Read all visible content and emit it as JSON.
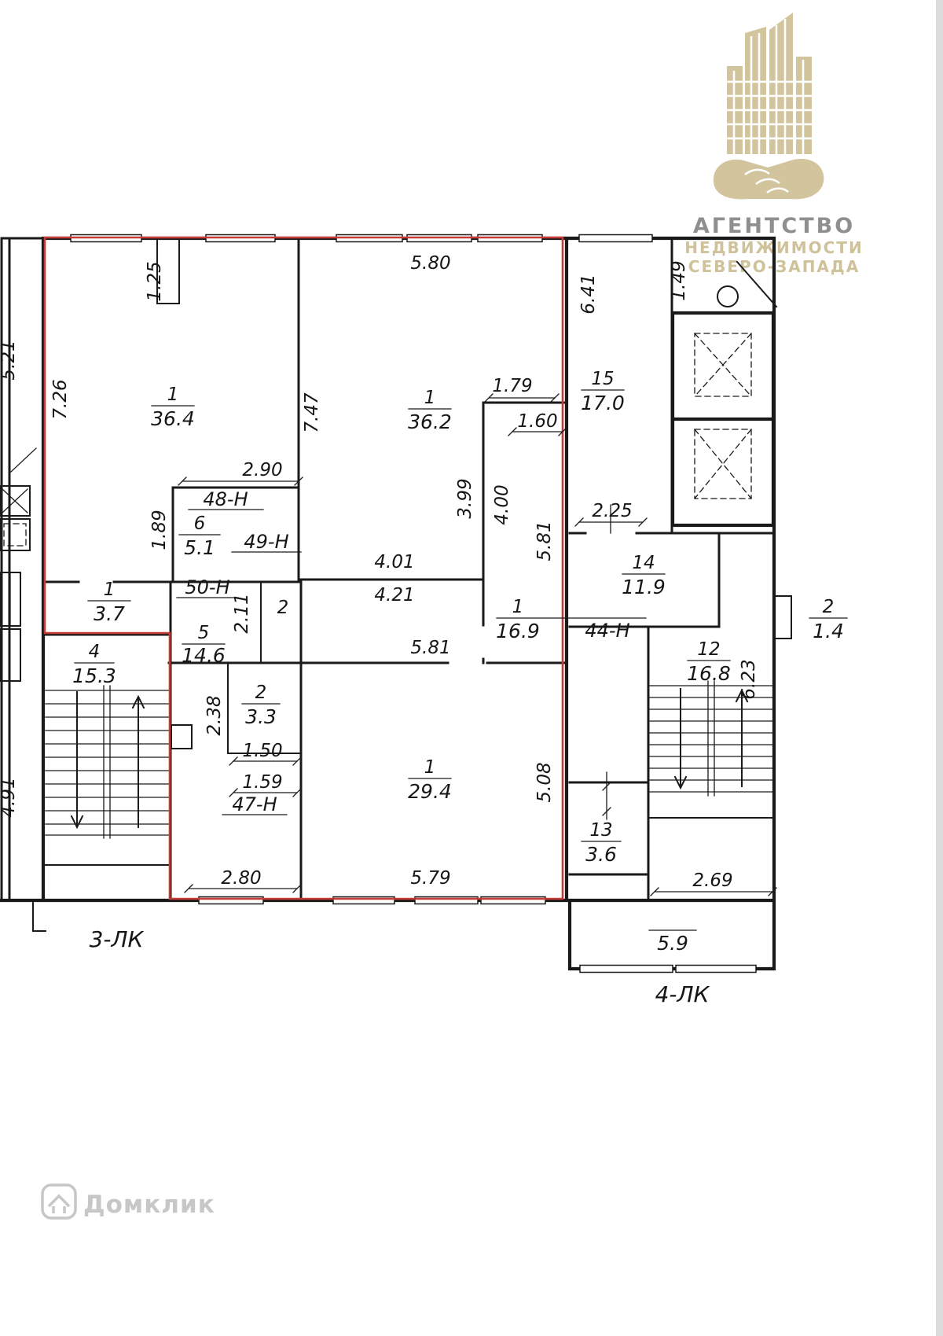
{
  "logo": {
    "line1": "АГЕНТСТВО",
    "line2": "НЕДВИЖИМОСТИ",
    "line3": "СЕВЕРО-ЗАПАДА"
  },
  "watermark": {
    "label": "Домклик"
  },
  "colors": {
    "line": "#1a1a1a",
    "highlight_red": "#c63b36",
    "logo_beige": "#d2c59e",
    "logo_text_beige": "#cfc29b",
    "logo_text_gray": "#8f8f92",
    "watermark_gray": "#c7c7c7"
  },
  "plan": {
    "rooms": [
      {
        "name": "room-36-4",
        "num": "1",
        "area": "36.4"
      },
      {
        "name": "room-36-2",
        "num": "1",
        "area": "36.2"
      },
      {
        "name": "room-17-0",
        "num": "15",
        "area": "17.0"
      },
      {
        "name": "room-5-1",
        "num": "6",
        "area": "5.1"
      },
      {
        "name": "room-3-7",
        "num": "1",
        "area": "3.7"
      },
      {
        "name": "room-14-6",
        "num": "5",
        "area": "14.6"
      },
      {
        "name": "room-15-3",
        "num": "4",
        "area": "15.3"
      },
      {
        "name": "room-3-3",
        "num": "2",
        "area": "3.3"
      },
      {
        "name": "room-29-4",
        "num": "1",
        "area": "29.4"
      },
      {
        "name": "room-16-9",
        "num": "1",
        "area": "16.9"
      },
      {
        "name": "room-11-9",
        "num": "14",
        "area": "11.9"
      },
      {
        "name": "room-16-8",
        "num": "12",
        "area": "16.8"
      },
      {
        "name": "room-3-6",
        "num": "13",
        "area": "3.6"
      },
      {
        "name": "room-1-4",
        "num": "2",
        "area": "1.4"
      }
    ],
    "units": {
      "u48": "48-Н",
      "u49": "49-Н",
      "u50": "50-Н",
      "u47": "47-Н",
      "u44": "44-Н"
    },
    "labels": {
      "small_room": "2",
      "stair_left": "3-ЛК",
      "stair_right": "4-ЛК",
      "area_5_9": "5.9"
    },
    "dims": {
      "d1_25": "1.25",
      "d5_80": "5.80",
      "d6_41": "6.41",
      "d1_49": "1.49",
      "d5_21": "5.21",
      "d7_26": "7.26",
      "d7_47": "7.47",
      "d1_79": "1.79",
      "d1_60": "1.60",
      "d2_90": "2.90",
      "d1_89": "1.89",
      "d3_99": "3.99",
      "d4_00": "4.00",
      "d5_81a": "5.81",
      "d2_25": "2.25",
      "d4_01": "4.01",
      "d4_21": "4.21",
      "d2_11": "2.11",
      "d5_81b": "5.81",
      "d2_38": "2.38",
      "d1_50": "1.50",
      "d1_59": "1.59",
      "d5_08": "5.08",
      "d6_23": "6.23",
      "d4_91": "4.91",
      "d2_80": "2.80",
      "d5_79": "5.79",
      "d2_69": "2.69"
    }
  }
}
